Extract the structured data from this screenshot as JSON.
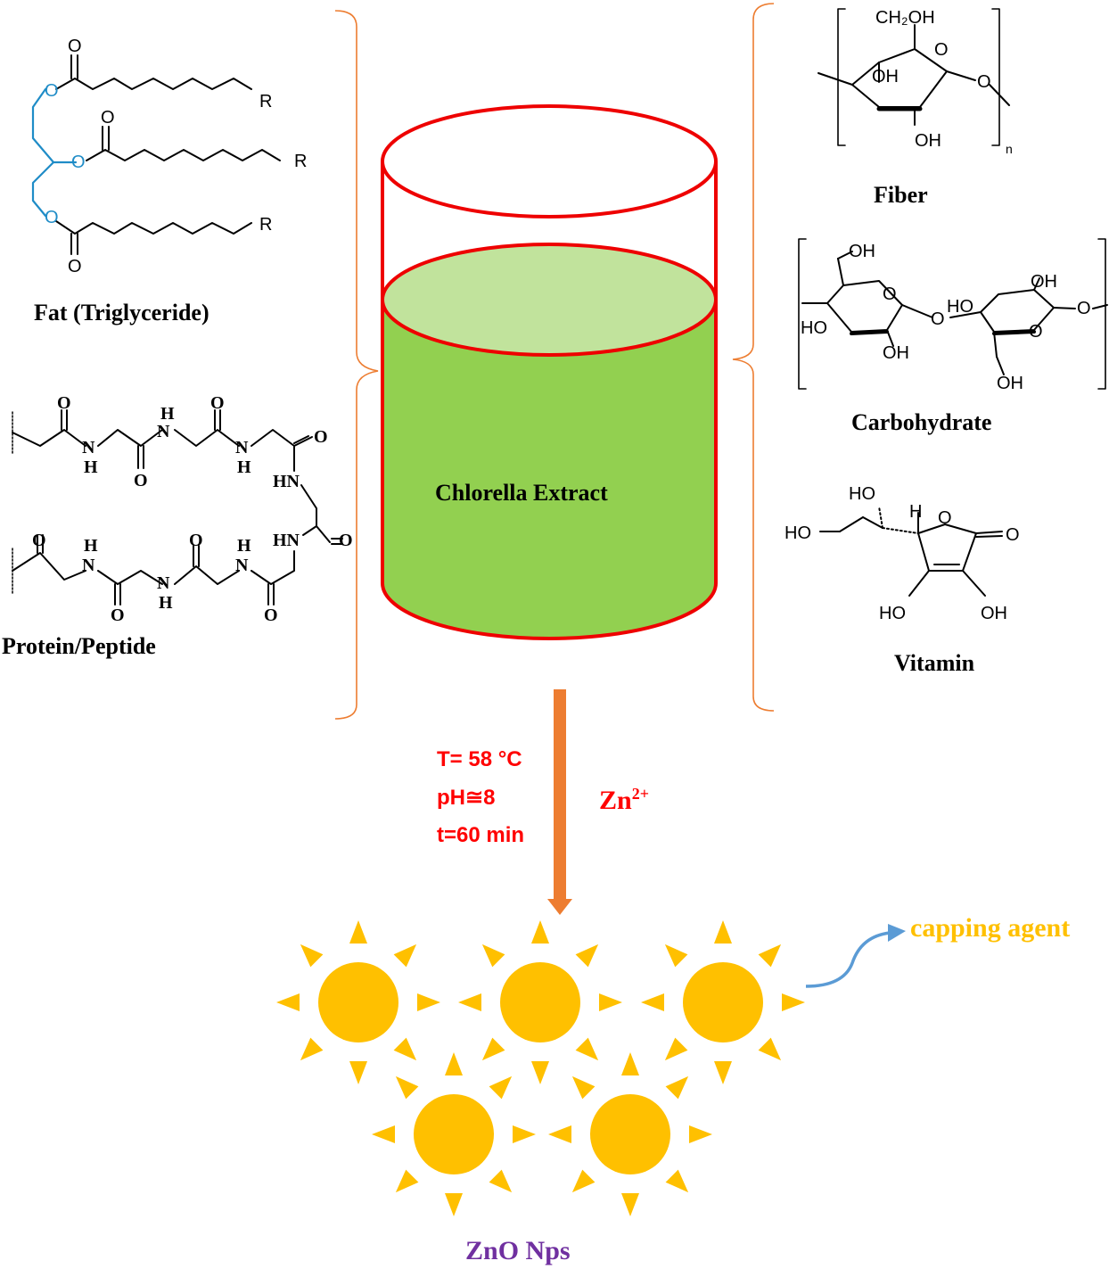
{
  "labels": {
    "fat": "Fat (Triglyceride)",
    "protein": "Protein/Peptide",
    "fiber": "Fiber",
    "carbohydrate": "Carbohydrate",
    "vitamin": "Vitamin",
    "extract": "Chlorella Extract",
    "capping": "capping agent",
    "product": "ZnO Nps"
  },
  "conditions": {
    "temperature": "T= 58 °C",
    "ph": "pH≅8",
    "time": "t=60 min"
  },
  "reagent": {
    "base": "Zn",
    "charge": "2+"
  },
  "chem": {
    "O": "O",
    "R": "R",
    "H": "H",
    "N": "N",
    "HN": "HN",
    "OH": "OH",
    "HO": "HO",
    "CH2OH": "CH₂OH",
    "n": "n"
  },
  "colors": {
    "beaker_outline": "#ee0000",
    "liquid_top": "#c1e39c",
    "liquid_body": "#92d050",
    "bracket": "#ed7d31",
    "arrow": "#ed7d31",
    "condition_text": "#ff0000",
    "nanoparticle": "#ffc000",
    "capping_text": "#ffc000",
    "capping_arrow": "#5b9bd5",
    "product_text": "#7030a0",
    "glycerol_backbone": "#1f8cc7"
  }
}
